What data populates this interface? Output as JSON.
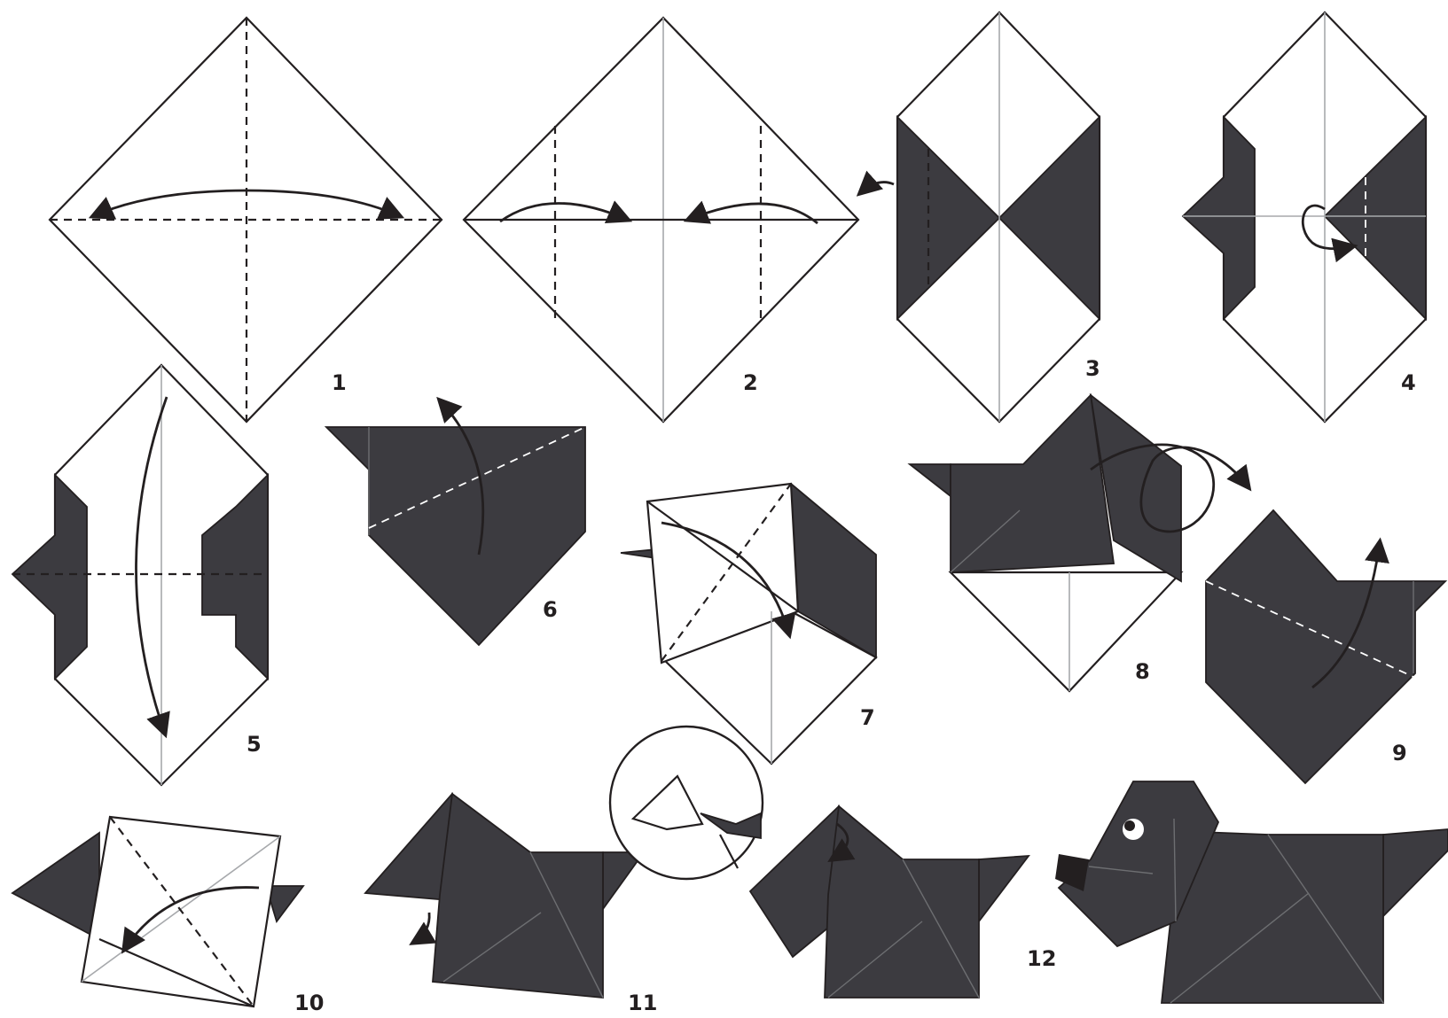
{
  "steps": [
    {
      "id": "step-1",
      "number": "1"
    },
    {
      "id": "step-2",
      "number": "2"
    },
    {
      "id": "step-3",
      "number": "3"
    },
    {
      "id": "step-4",
      "number": "4"
    },
    {
      "id": "step-5",
      "number": "5"
    },
    {
      "id": "step-6",
      "number": "6"
    },
    {
      "id": "step-7",
      "number": "7"
    },
    {
      "id": "step-8",
      "number": "8"
    },
    {
      "id": "step-9",
      "number": "9"
    },
    {
      "id": "step-10",
      "number": "10"
    },
    {
      "id": "step-11",
      "number": "11"
    },
    {
      "id": "step-12",
      "number": "12"
    }
  ],
  "colors": {
    "paper_front": "#3c3b40",
    "paper_back": "#ffffff",
    "outline": "#231f20"
  }
}
